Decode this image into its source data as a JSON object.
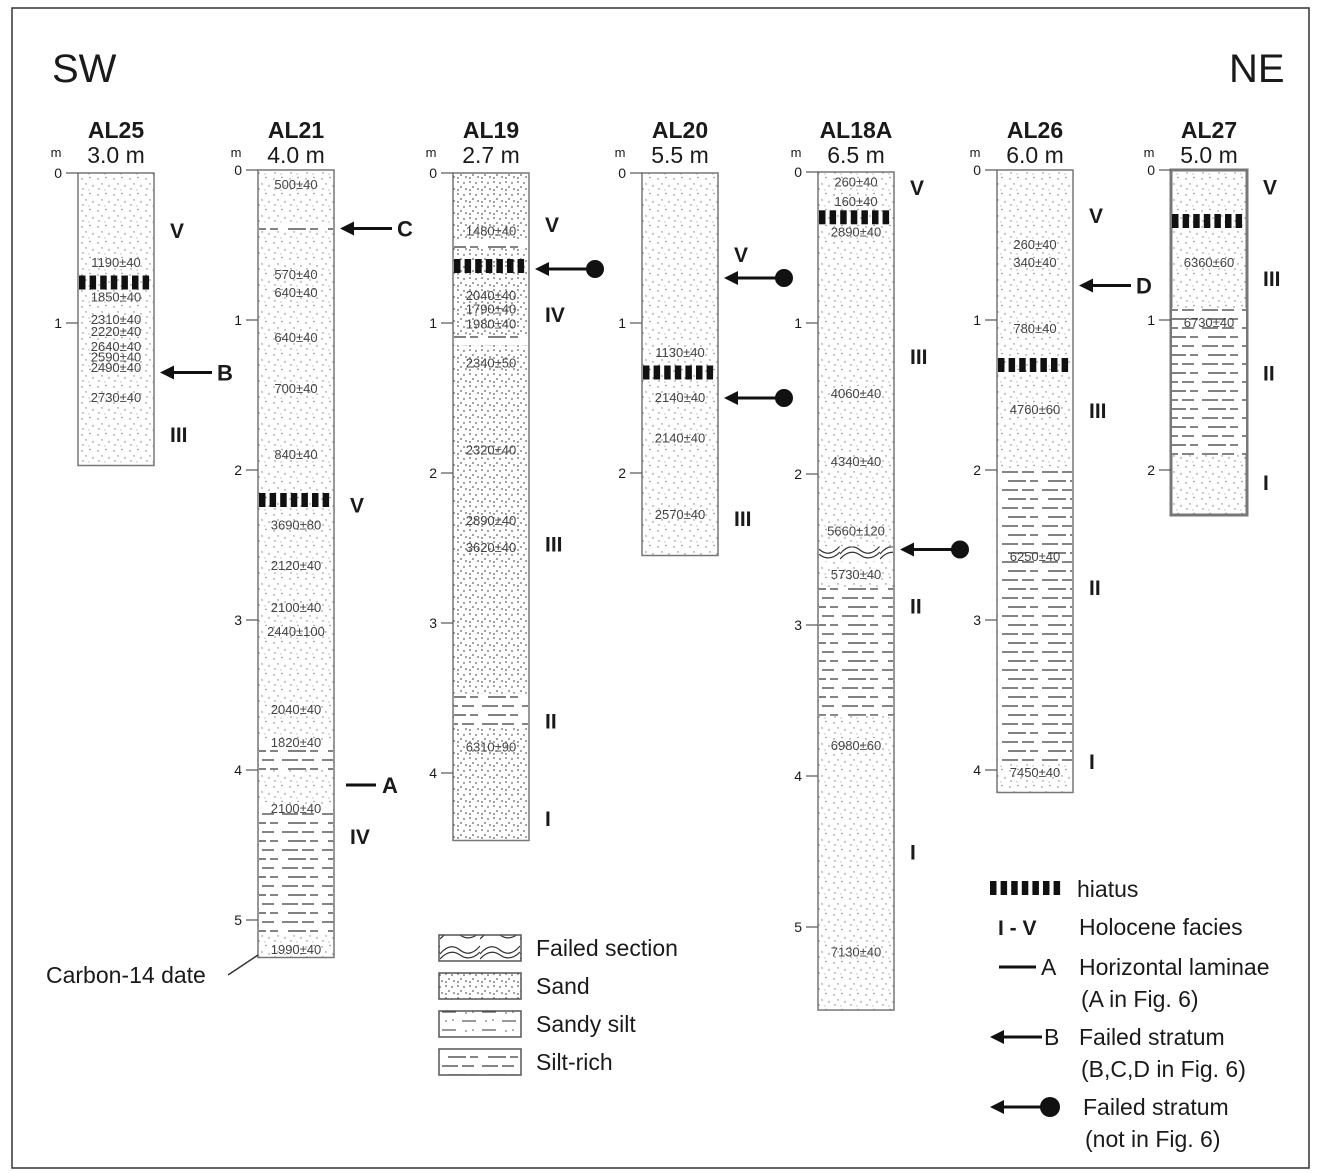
{
  "orientation": {
    "left": "SW",
    "right": "NE"
  },
  "depth_unit": "m",
  "carbon_note": "Carbon-14 date",
  "cores": [
    {
      "id": "AL25",
      "length_label": "3.0 m",
      "total_m": 1.95,
      "tick_max": 1,
      "hiatus": [
        0.73
      ],
      "dates": [
        [
          "1190±40",
          0.6
        ],
        [
          "1850±40",
          0.83
        ],
        [
          "2310±40",
          0.98
        ],
        [
          "2220±40",
          1.06
        ],
        [
          "2640±40",
          1.16
        ],
        [
          "2590±40",
          1.23
        ],
        [
          "2490±40",
          1.3
        ],
        [
          "2730±40",
          1.5
        ]
      ],
      "facies": [
        [
          "V",
          0.38
        ],
        [
          "III",
          1.74
        ]
      ],
      "markers": [
        {
          "type": "arrow",
          "label": "B",
          "depth": 1.33
        }
      ],
      "laminae": []
    },
    {
      "id": "AL21",
      "length_label": "4.0 m",
      "total_m": 5.25,
      "tick_max": 5,
      "hiatus": [
        2.2
      ],
      "dates": [
        [
          "500±40",
          0.1
        ],
        [
          "570±40",
          0.7
        ],
        [
          "640±40",
          0.82
        ],
        [
          "640±40",
          1.12
        ],
        [
          "700±40",
          1.46
        ],
        [
          "840±40",
          1.9
        ],
        [
          "3690±80",
          2.37
        ],
        [
          "2120±40",
          2.64
        ],
        [
          "2100±40",
          2.92
        ],
        [
          "2440±100",
          3.08
        ],
        [
          "2040±40",
          3.6
        ],
        [
          "1820±40",
          3.82
        ],
        [
          "2100±40",
          4.26
        ],
        [
          "1990±40",
          5.2
        ]
      ],
      "facies": [
        [
          "V",
          2.23
        ],
        [
          "IV",
          4.44
        ]
      ],
      "markers": [
        {
          "type": "arrow",
          "label": "C",
          "depth": 0.39
        },
        {
          "type": "line",
          "label": "A",
          "depth": 4.1
        }
      ],
      "laminae": [
        [
          0.36,
          0.4
        ],
        [
          3.82,
          4.0
        ],
        [
          4.25,
          5.1
        ]
      ]
    },
    {
      "id": "AL19",
      "length_label": "2.7 m",
      "total_m": 4.45,
      "tick_max": 4,
      "hiatus": [
        0.62
      ],
      "dates": [
        [
          "1480±40",
          0.39
        ],
        [
          "2040±40",
          0.82
        ],
        [
          "1790±40",
          0.91
        ],
        [
          "1980±40",
          1.01
        ],
        [
          "2340±50",
          1.27
        ],
        [
          "2320±40",
          1.85
        ],
        [
          "2890±40",
          2.32
        ],
        [
          "3620±40",
          2.5
        ],
        [
          "6310±90",
          3.83
        ]
      ],
      "facies": [
        [
          "V",
          0.34
        ],
        [
          "IV",
          0.94
        ],
        [
          "III",
          2.47
        ],
        [
          "II",
          3.65
        ],
        [
          "I",
          4.3
        ]
      ],
      "markers": [
        {
          "type": "dot",
          "label": "",
          "depth": 0.64
        }
      ],
      "laminae": [
        [
          0.45,
          0.5
        ],
        [
          1.08,
          1.15
        ],
        [
          3.47,
          3.7
        ]
      ]
    },
    {
      "id": "AL20",
      "length_label": "5.5 m",
      "total_m": 2.55,
      "tick_max": 2,
      "hiatus": [
        1.33
      ],
      "dates": [
        [
          "1130±40",
          1.2
        ],
        [
          "2140±40",
          1.5
        ],
        [
          "2140±40",
          1.77
        ],
        [
          "2570±40",
          2.28
        ]
      ],
      "facies": [
        [
          "V",
          0.54
        ],
        [
          "III",
          2.3
        ]
      ],
      "markers": [
        {
          "type": "dot",
          "label": "",
          "depth": 0.7
        },
        {
          "type": "dot",
          "label": "",
          "depth": 1.5
        }
      ],
      "laminae": []
    },
    {
      "id": "AL18A",
      "length_label": "6.5 m",
      "total_m": 5.55,
      "tick_max": 5,
      "hiatus": [
        0.3
      ],
      "dates": [
        [
          "260±40",
          0.07
        ],
        [
          "160±40",
          0.2
        ],
        [
          "2890±40",
          0.4
        ],
        [
          "4060±40",
          1.47
        ],
        [
          "4340±40",
          1.92
        ],
        [
          "5660±120",
          2.38
        ],
        [
          "5730±40",
          2.67
        ],
        [
          "6980±60",
          3.8
        ],
        [
          "7130±40",
          5.17
        ]
      ],
      "facies": [
        [
          "V",
          0.1
        ],
        [
          "III",
          1.22
        ],
        [
          "II",
          2.87
        ],
        [
          "I",
          4.5
        ]
      ],
      "markers": [
        {
          "type": "dot",
          "label": "",
          "depth": 2.5
        }
      ],
      "laminae": [
        [
          2.75,
          3.6
        ]
      ],
      "failed": [
        2.48,
        2.58
      ]
    },
    {
      "id": "AL26",
      "length_label": "6.0 m",
      "total_m": 4.15,
      "tick_max": 4,
      "hiatus": [
        1.3
      ],
      "dates": [
        [
          "260±40",
          0.5
        ],
        [
          "340±40",
          0.62
        ],
        [
          "780±40",
          1.06
        ],
        [
          "4760±60",
          1.6
        ],
        [
          "6250±40",
          2.58
        ],
        [
          "7450±40",
          4.02
        ]
      ],
      "facies": [
        [
          "V",
          0.3
        ],
        [
          "III",
          1.6
        ],
        [
          "II",
          2.78
        ],
        [
          "I",
          3.94
        ]
      ],
      "markers": [
        {
          "type": "arrow",
          "label": "D",
          "depth": 0.77
        }
      ],
      "laminae": [
        [
          2.0,
          3.95
        ]
      ]
    },
    {
      "id": "AL27",
      "length_label": "5.0 m",
      "total_m": 2.3,
      "tick_max": 2,
      "hiatus": [
        0.34
      ],
      "dates": [
        [
          "6360±60",
          0.62
        ],
        [
          "6730±40",
          1.02
        ]
      ],
      "facies": [
        [
          "V",
          0.11
        ],
        [
          "III",
          0.72
        ],
        [
          "II",
          1.35
        ],
        [
          "I",
          2.08
        ]
      ],
      "markers": [],
      "laminae": [
        [
          0.92,
          1.9
        ]
      ]
    }
  ],
  "legend_patterns": [
    {
      "key": "failed",
      "label": "Failed section"
    },
    {
      "key": "sand",
      "label": "Sand"
    },
    {
      "key": "sandysilt",
      "label": "Sandy silt"
    },
    {
      "key": "silt",
      "label": "Silt-rich"
    }
  ],
  "legend_symbols": [
    {
      "key": "hiatus",
      "letter": "",
      "label": "hiatus",
      "sub": ""
    },
    {
      "key": "facies",
      "letter": "I - V",
      "label": "Holocene facies",
      "sub": ""
    },
    {
      "key": "line",
      "letter": "A",
      "label": "Horizontal laminae",
      "sub": "(A in Fig. 6)"
    },
    {
      "key": "arrow",
      "letter": "B",
      "label": "Failed stratum",
      "sub": "(B,C,D in Fig. 6)"
    },
    {
      "key": "dot",
      "letter": "",
      "label": "Failed stratum",
      "sub": "(not in Fig. 6)"
    }
  ]
}
